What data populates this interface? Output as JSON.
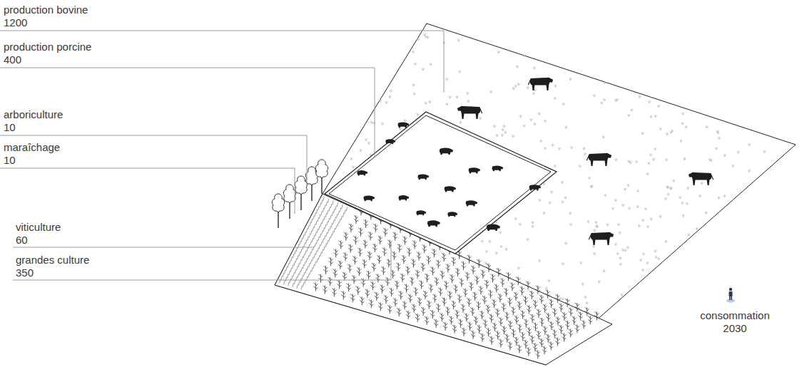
{
  "diagram": {
    "labels": [
      "production bovine",
      "1200",
      "production porcine",
      "400",
      "arboriculture",
      "10",
      "maraîchage",
      "10",
      "viticulture",
      "60",
      "grandes culture",
      "350",
      "consommation",
      "2030"
    ]
  }
}
